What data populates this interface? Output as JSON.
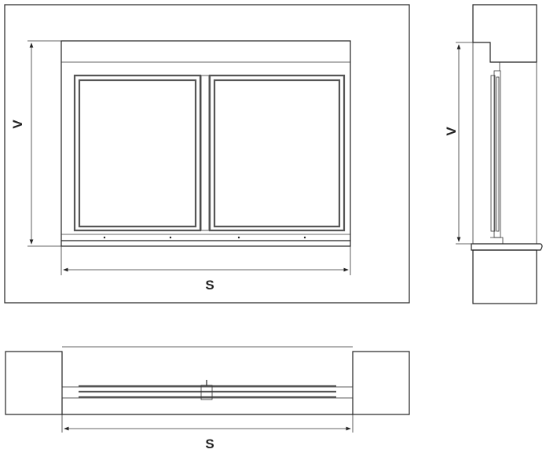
{
  "front_view": {
    "height_label": "V",
    "width_label": "S"
  },
  "side_view": {
    "height_label": "V"
  },
  "plan_view": {
    "width_label": "S"
  },
  "colors": {
    "line": "#222222",
    "background": "#ffffff"
  }
}
